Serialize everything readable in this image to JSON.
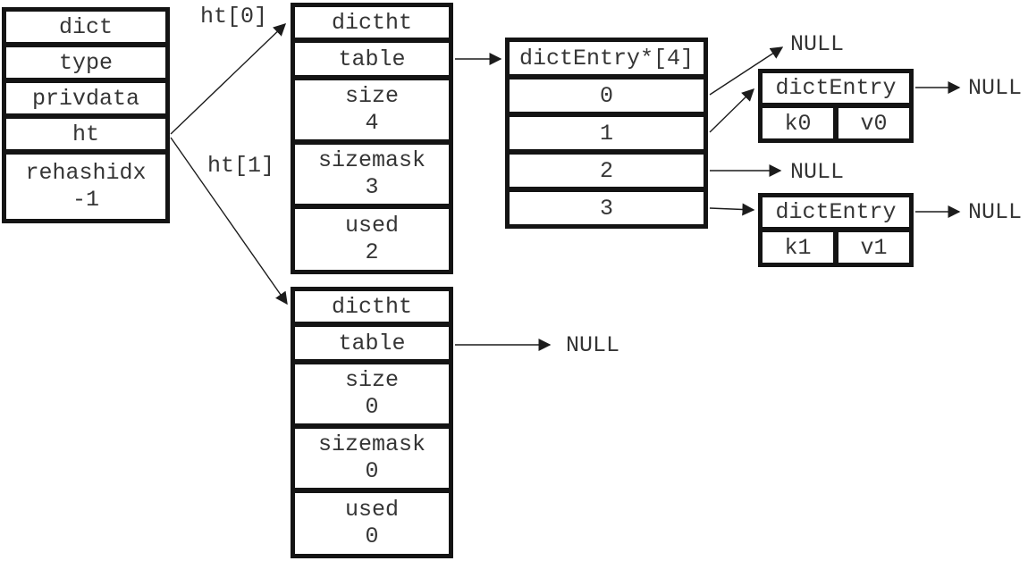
{
  "diagram": {
    "dict": {
      "title": "dict",
      "type_label": "type",
      "privdata_label": "privdata",
      "ht_label": "ht",
      "rehashidx_label": "rehashidx",
      "rehashidx_value": "-1"
    },
    "pointer_labels": {
      "ht0": "ht[0]",
      "ht1": "ht[1]"
    },
    "hashtable0": {
      "title": "dictht",
      "table_label": "table",
      "size_label": "size",
      "size_value": "4",
      "sizemask_label": "sizemask",
      "sizemask_value": "3",
      "used_label": "used",
      "used_value": "2"
    },
    "bucket_array": {
      "title": "dictEntry*[4]",
      "slot0": "0",
      "slot1": "1",
      "slot2": "2",
      "slot3": "3"
    },
    "entry0": {
      "title": "dictEntry",
      "key": "k0",
      "value": "v0"
    },
    "entry1": {
      "title": "dictEntry",
      "key": "k1",
      "value": "v1"
    },
    "hashtable1": {
      "title": "dictht",
      "table_label": "table",
      "size_label": "size",
      "size_value": "0",
      "sizemask_label": "sizemask",
      "sizemask_value": "0",
      "used_label": "used",
      "used_value": "0"
    },
    "null_labels": {
      "slot0": "NULL",
      "entry0_next": "NULL",
      "slot2": "NULL",
      "entry1_next": "NULL",
      "table1": "NULL"
    },
    "colors": {
      "line": "#1c1c1c",
      "border": "#141414",
      "text": "#353535",
      "background": "#ffffff"
    }
  }
}
